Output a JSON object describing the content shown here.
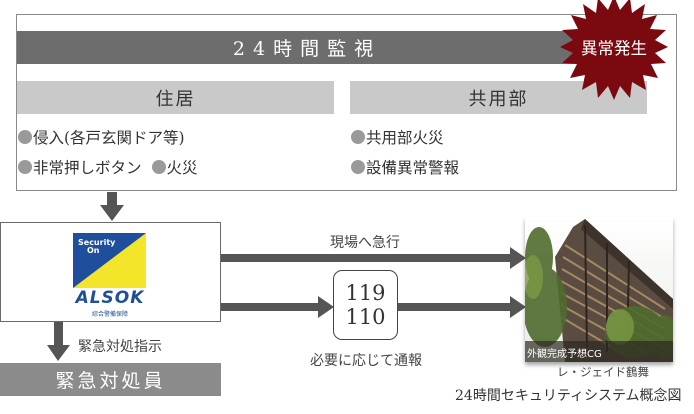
{
  "monitoring": {
    "title": "24時間監視",
    "alert_badge": "異常発生",
    "alert_color": "#7a0a0f"
  },
  "residence": {
    "header": "住居",
    "items": [
      "侵入(各戸玄関ドア等)",
      "非常押しボタン",
      "火災"
    ]
  },
  "common_area": {
    "header": "共用部",
    "items": [
      "共用部火災",
      "設備異常警報"
    ]
  },
  "security_company": {
    "logo_text_top": "Security",
    "logo_text_bottom": "On",
    "brand": "ALSOK",
    "brand_sub": "綜合警備保障",
    "logo_blue": "#1f4f9c",
    "logo_yellow": "#f2e52a"
  },
  "flow": {
    "rush_label": "現場へ急行",
    "report_numbers": [
      "119",
      "110"
    ],
    "report_label": "必要に応じて通報",
    "instruction_label": "緊急対処指示",
    "responder": "緊急対処員"
  },
  "building": {
    "photo_caption": "外観完成予想CG",
    "name": "レ・ジェイド鶴舞"
  },
  "figure_title": "24時間セキュリティシステム概念図"
}
